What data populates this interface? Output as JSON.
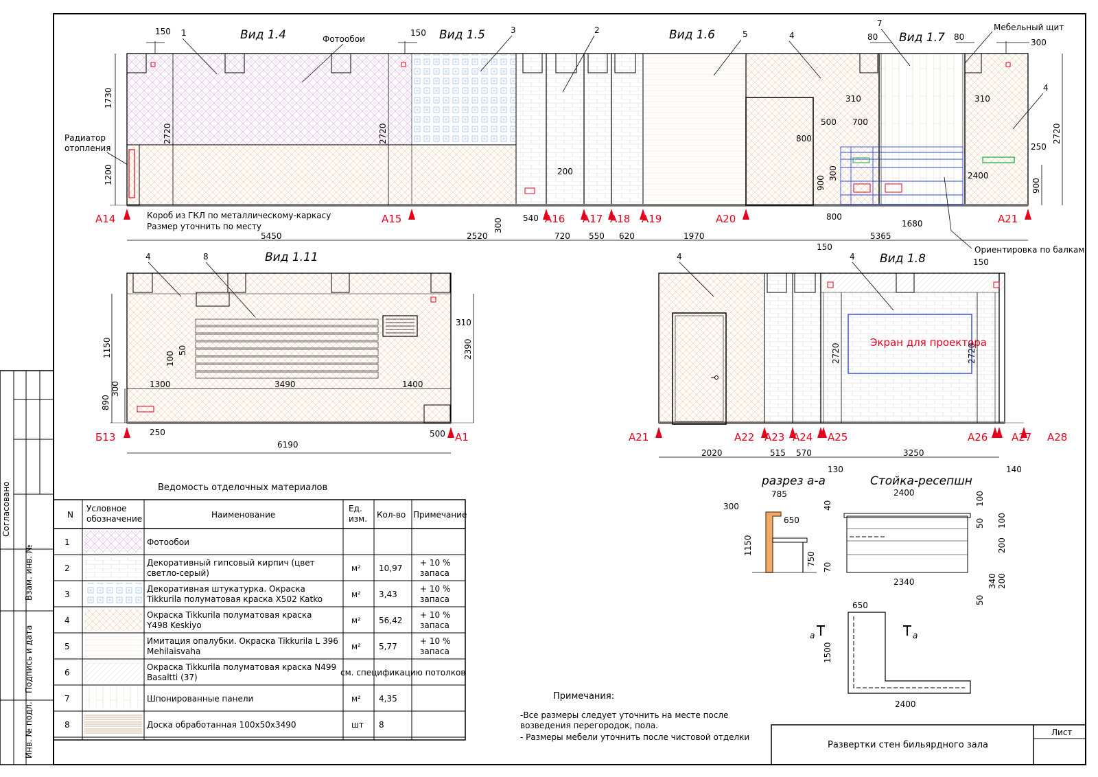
{
  "views": {
    "v14": {
      "title": "Вид 1.4"
    },
    "v15": {
      "title": "Вид 1.5"
    },
    "v16": {
      "title": "Вид 1.6"
    },
    "v17": {
      "title": "Вид 1.7"
    },
    "v111": {
      "title": "Вид 1.11"
    },
    "v18": {
      "title": "Вид 1.8"
    }
  },
  "callouts": {
    "c1": "1",
    "c2": "2",
    "c3": "3",
    "c4a": "4",
    "c4b": "4",
    "c5": "5",
    "c7": "7",
    "c8": "8",
    "c4c": "4",
    "c4d": "4",
    "c4e": "4"
  },
  "labels": {
    "photowall": "Фотообои",
    "furniture_panel": "Мебельный щит",
    "radiator_l1": "Радиатор",
    "radiator_l2": "отопления",
    "gkl_box": "Короб из ГКЛ по металлическому-каркасу",
    "size_on_site": "Размер уточнить по месту",
    "beams": "Ориентировка по балкам",
    "screen": "Экран для проектора"
  },
  "axes_top": [
    "А14",
    "А15",
    "А16",
    "А17",
    "А18",
    "А19",
    "А20",
    "А21"
  ],
  "axes_111": [
    "Б13",
    "А1"
  ],
  "axes_18": [
    "А21",
    "А22",
    "А23",
    "А24",
    "А25",
    "А26",
    "А27",
    "А28"
  ],
  "dims_top": {
    "d150a": "150",
    "d150b": "150",
    "d80a": "80",
    "d80b": "80",
    "d300": "300",
    "d1730": "1730",
    "d2720a": "2720",
    "d1200": "1200",
    "d2720b": "2720",
    "d200": "200",
    "d300b": "300",
    "d540": "540",
    "d310a": "310",
    "d310b": "310",
    "d500": "500",
    "d700": "700",
    "d800a": "800",
    "d300c": "300",
    "d900a": "900",
    "d800b": "800",
    "d2400": "2400",
    "d250": "250",
    "d900b": "900",
    "d2720c": "2720",
    "d1680": "1680",
    "d5450": "5450",
    "d2520": "2520",
    "d720": "720",
    "d550": "550",
    "d620": "620",
    "d1970": "1970",
    "d5365": "5365"
  },
  "dims_111": {
    "d1150": "1150",
    "d100": "100",
    "d50": "50",
    "d1300": "1300",
    "d3490": "3490",
    "d1400": "1400",
    "d300": "300",
    "d890": "890",
    "d2390": "2390",
    "d310": "310",
    "d250": "250",
    "d500": "500",
    "d6190": "6190"
  },
  "dims_18": {
    "d150a": "150",
    "d150b": "150",
    "d2720a": "2720",
    "d2720b": "2720",
    "d2020": "2020",
    "d515": "515",
    "d570": "570",
    "d3250": "3250",
    "d130": "130",
    "d140": "140"
  },
  "section": {
    "title": "разрез а-а",
    "d300": "300",
    "d785": "785",
    "d650": "650",
    "d1150": "1150",
    "d750": "750"
  },
  "reception": {
    "title": "Стойка-ресепшн",
    "d2400": "2400",
    "d40": "40",
    "d100a": "100",
    "d50a": "50",
    "d100b": "100",
    "d200a": "200",
    "d70": "70",
    "d2340": "2340",
    "d340": "340",
    "d200b": "200",
    "d50b": "50"
  },
  "plan": {
    "d650": "650",
    "d1500": "1500",
    "d2400": "2400",
    "a1": "а",
    "a2": "а"
  },
  "schedule": {
    "title": "Ведомость отделочных материалов",
    "headers": {
      "n": "N",
      "sym_l1": "Условное",
      "sym_l2": "обозначение",
      "name": "Наименование",
      "unit_l1": "Ед.",
      "unit_l2": "изм.",
      "qty": "Кол-во",
      "note": "Примечание"
    },
    "rows": [
      {
        "n": "1",
        "name_l1": "Фотообои",
        "name_l2": "",
        "unit": "",
        "qty": "",
        "note_l1": "",
        "note_l2": ""
      },
      {
        "n": "2",
        "name_l1": "Декоративный гипсовый кирпич (цвет",
        "name_l2": "светло-серый)",
        "unit": "м²",
        "qty": "10,97",
        "note_l1": "+ 10 %",
        "note_l2": "запаса"
      },
      {
        "n": "3",
        "name_l1": "Декоративная штукатурка. Окраска",
        "name_l2": "Tikkurila  полуматовая краска X502 Katko",
        "unit": "м²",
        "qty": "3,43",
        "note_l1": "+ 10 %",
        "note_l2": "запаса"
      },
      {
        "n": "4",
        "name_l1": "Окраска Tikkurila  полуматовая краска",
        "name_l2": "Y498 Keskiyo",
        "unit": "м²",
        "qty": "56,42",
        "note_l1": "+ 10 %",
        "note_l2": "запаса"
      },
      {
        "n": "5",
        "name_l1": "Имитация опалубки. Окраска Tikkurila  L 396",
        "name_l2": "Mehilaisvaha",
        "unit": "м²",
        "qty": "5,77",
        "note_l1": "+ 10 %",
        "note_l2": "запаса"
      },
      {
        "n": "6",
        "name_l1": "Окраска Tikkurila  полуматовая краска N499",
        "name_l2": "Basaltti (37)",
        "unit": "см. спецификацию  потолков",
        "qty": "",
        "note_l1": "",
        "note_l2": ""
      },
      {
        "n": "7",
        "name_l1": "Шпонированные панели",
        "name_l2": "",
        "unit": "м²",
        "qty": "4,35",
        "note_l1": "",
        "note_l2": ""
      },
      {
        "n": "8",
        "name_l1": "Доска обработанная  100x50x3490",
        "name_l2": "",
        "unit": "шт",
        "qty": "8",
        "note_l1": "",
        "note_l2": ""
      }
    ]
  },
  "notes": {
    "title": "Примечания:",
    "l1": "-Все размеры следует уточнить на месте после",
    "l2": "возведения перегородок, пола.",
    "l3": "- Размеры мебели уточнить после чистовой отделки"
  },
  "stamp": {
    "sheet_label": "Лист",
    "title": "Развертки стен бильярдного зала",
    "side1": "Согласовано",
    "side2": "Взам. инв. №",
    "side3": "Подпись и дата",
    "side4": "Инв. № подл."
  },
  "colors": {
    "red": "#e3001b",
    "pink": "#c98bd6",
    "blue": "#2b48e0",
    "green": "#19b34a",
    "orange": "#f2a96a",
    "brick": "#c8c8c8"
  }
}
